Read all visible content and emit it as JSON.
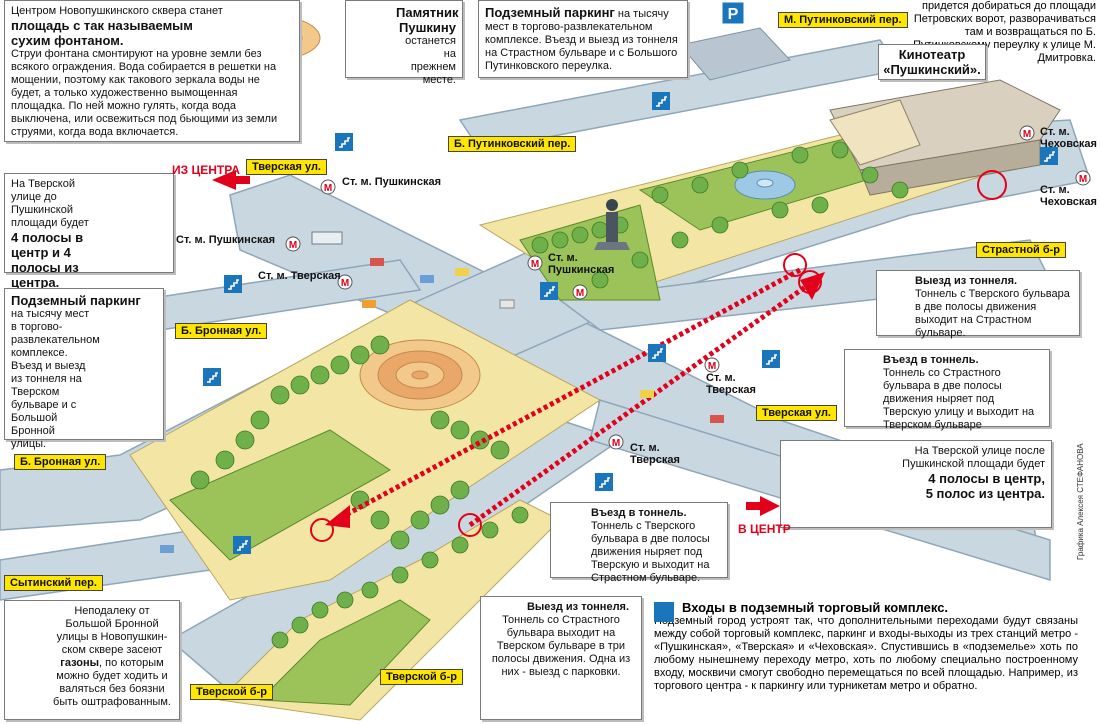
{
  "colors": {
    "road": "#c9d7e1",
    "road_edge": "#8fa6b8",
    "park": "#f3e6a5",
    "grass": "#9cc35a",
    "tree": "#6fb04a",
    "route": "#e2001a",
    "label": "#ffe600",
    "sign": "#1b75bb"
  },
  "streets": {
    "tverskaya_top": "Тверская ул.",
    "tverskaya_right": "Тверская ул.",
    "m_putinkovsky": "М. Путинковский пер.",
    "b_putinkovsky": "Б. Путинковский пер.",
    "strastnoy": "Страстной б-р",
    "b_bronnaya_top": "Б. Бронная ул.",
    "b_bronnaya_left": "Б. Бронная ул.",
    "sytinsky": "Сытинский пер.",
    "tverskoy_1": "Тверской б-р",
    "tverskoy_2": "Тверской б-р"
  },
  "metro": {
    "pushkinskaya_1": "Ст. м. Пушкинская",
    "pushkinskaya_2": "Ст. м. Пушкинская",
    "pushkinskaya_3": "Ст. м.",
    "pushkinskaya_3b": "Пушкинская",
    "tverskaya_1": "Ст. м. Тверская",
    "tverskaya_2a": "Ст. м.",
    "tverskaya_2b": "Тверская",
    "tverskaya_3a": "Ст. м.",
    "tverskaya_3b": "Тверская",
    "chekhovskaya_1a": "Ст. м.",
    "chekhovskaya_1b": "Чеховская",
    "chekhovskaya_2a": "Ст. м.",
    "chekhovskaya_2b": "Чеховская"
  },
  "directions": {
    "to_center": "ИЗ ЦЕНТРА",
    "in_center": "В ЦЕНТР"
  },
  "fountain": {
    "line1": "Центром Новопушкинского сквера станет",
    "line2": "площадь с так называемым",
    "line3": "сухим фонтаном.",
    "body": "Струи фонтана смонтируют на уровне земли без всякого ограждения. Вода собирается в решетки на мощении, поэтому как такового зеркала воды не будет, а только художественно вымощенная площадка. По ней можно гулять, когда вода выключена, или освежиться под бьющими из земли струями, когда вода включается."
  },
  "monument": {
    "title": "Памятник Пушкину",
    "body": "останется на прежнем месте."
  },
  "parking_top": {
    "title": "Подземный паркинг",
    "body": "на тысячу мест в торгово-развлекательном комплексе. Въезд и выезд из тоннеля на Страстном бульваре и с Большого Путинковского переулка."
  },
  "cinema": {
    "line1": "Кинотеатр",
    "line2": "«Пушкинский»."
  },
  "top_right": {
    "text": "придется добираться до площади Петровских ворот, разворачиваться там и возвращаться по Б. Путинковскому переулку к улице М. Дмитровка."
  },
  "tverskaya_lanes": {
    "intro": "На Тверской улице до Пушкинской площади будет",
    "bold": "4 полосы в центр и 4 полосы из центра."
  },
  "parking_left": {
    "title": "Подземный паркинг",
    "body": "на тысячу мест в торгово-развлекательном комплексе. Въезд и выезд из тоннеля на Тверском бульваре и с Большой Бронной улицы."
  },
  "tunnel_exit_right": {
    "title": "Выезд из тоннеля.",
    "body": "Тоннель с Тверского бульвара в две полосы движения выходит на Страстном бульваре."
  },
  "tunnel_entry_right": {
    "title": "Въезд в тоннель.",
    "body": "Тоннель со Страстного бульвара в две полосы движения ныряет под Тверскую улицу и выходит на Тверском бульваре"
  },
  "tverskaya_after": {
    "intro": "На Тверской улице после Пушкинской площади будет",
    "bold1": "4 полосы в центр,",
    "bold2": "5 полос из центра."
  },
  "tunnel_entry_mid": {
    "title": "Въезд в тоннель.",
    "body": "Тоннель с Тверского бульвара в две полосы движения ныряет под Тверскую и выходит на Страстном бульваре."
  },
  "tunnel_exit_bottom": {
    "title": "Выезд из тоннеля.",
    "body": "Тоннель со Страстного бульвара выходит на Тверском бульваре в три полосы движения. Одна из них - выезд с парковки."
  },
  "lawns": {
    "part1": "Неподалеку от Большой Бронной улицы в Новопушкин-ском сквере засеют",
    "bold": "газоны",
    "part2": ", по которым можно будет ходить и валяться без боязни быть оштрафованным."
  },
  "entrances": {
    "title": "Входы в подземный торговый комплекс.",
    "body": "Подземный город устроят так, что дополнительными переходами будут связаны между собой торговый комплекс, паркинг и входы-выходы из трех станций метро - «Пушкинская», «Тверская» и «Чеховская». Спустившись в «подземелье» хоть по любому нынешнему переходу метро, хоть по любому специально построенному входу, москвичи смогут свободно перемещаться по всей площадью. Например, из торгового центра - к паркингу или турникетам метро и обратно."
  },
  "credit": "Графика Алексея СТЕФАНОВА",
  "parking_sign": "P"
}
